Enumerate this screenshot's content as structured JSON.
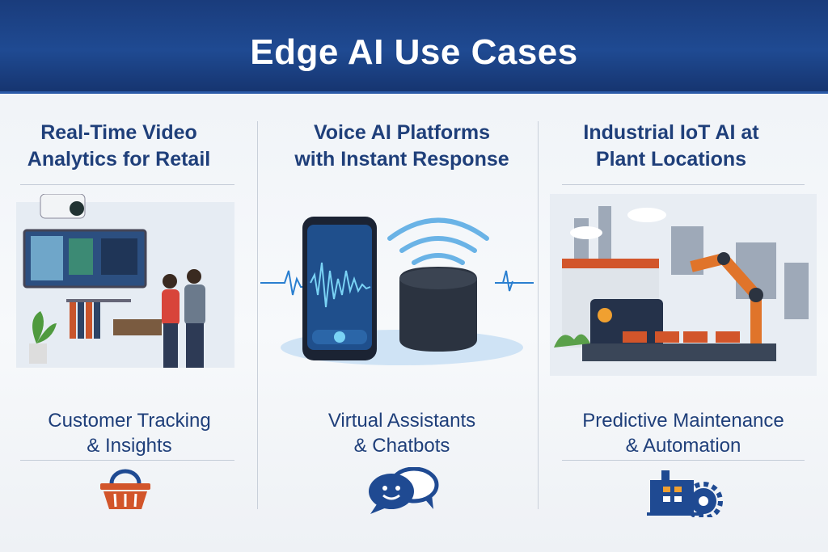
{
  "header": {
    "title": "Edge AI Use Cases"
  },
  "columns": [
    {
      "heading_line1": "Real-Time Video",
      "heading_line2": "Analytics for Retail",
      "sub_line1": "Customer Tracking",
      "sub_line2": "& Insights",
      "icon": "shopping-basket-icon"
    },
    {
      "heading_line1": "Voice AI Platforms",
      "heading_line2": "with Instant Response",
      "sub_line1": "Virtual Assistants",
      "sub_line2": "& Chatbots",
      "icon": "chat-bubbles-icon"
    },
    {
      "heading_line1": "Industrial IoT AI at",
      "heading_line2": "Plant Locations",
      "sub_line1": "Predictive Maintenance",
      "sub_line2": "& Automation",
      "icon": "factory-gear-icon"
    }
  ],
  "colors": {
    "header": "#1f4a92",
    "text": "#1f3f7a",
    "accent_orange": "#d2552a"
  }
}
